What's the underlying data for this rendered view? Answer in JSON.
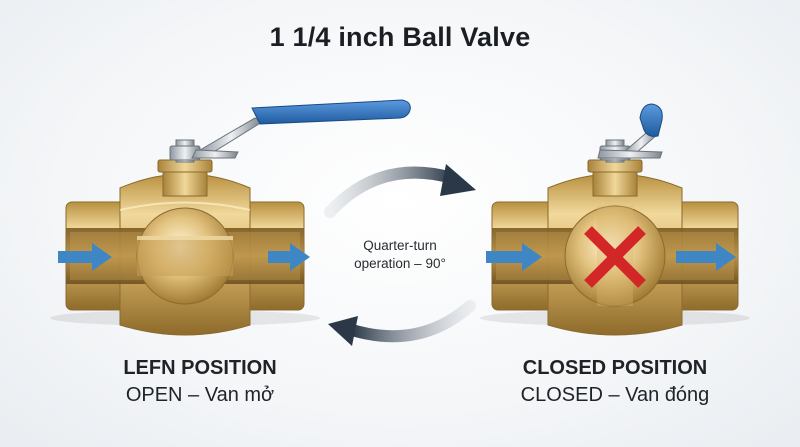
{
  "title": "1 1/4 inch Ball Valve",
  "center_label": {
    "line1": "Quarter-turn",
    "line2": "operation – 90°"
  },
  "open_valve": {
    "heading": "LEFN POSITION",
    "subtitle": "OPEN – Van mở"
  },
  "closed_valve": {
    "heading": "CLOSED POSITION",
    "subtitle": "CLOSED – Van đóng"
  },
  "colors": {
    "brass_light": "#e6c98a",
    "brass_mid": "#c9a35a",
    "brass_dark": "#8c6a2e",
    "handle_blue": "#2f6fb3",
    "flow_arrow": "#3f86c4",
    "turn_arrow": "#2f3b4a",
    "closed_mark": "#d32626"
  },
  "icons": [
    "flow-arrow-icon",
    "rotation-arrow-icon",
    "closed-x-icon"
  ]
}
